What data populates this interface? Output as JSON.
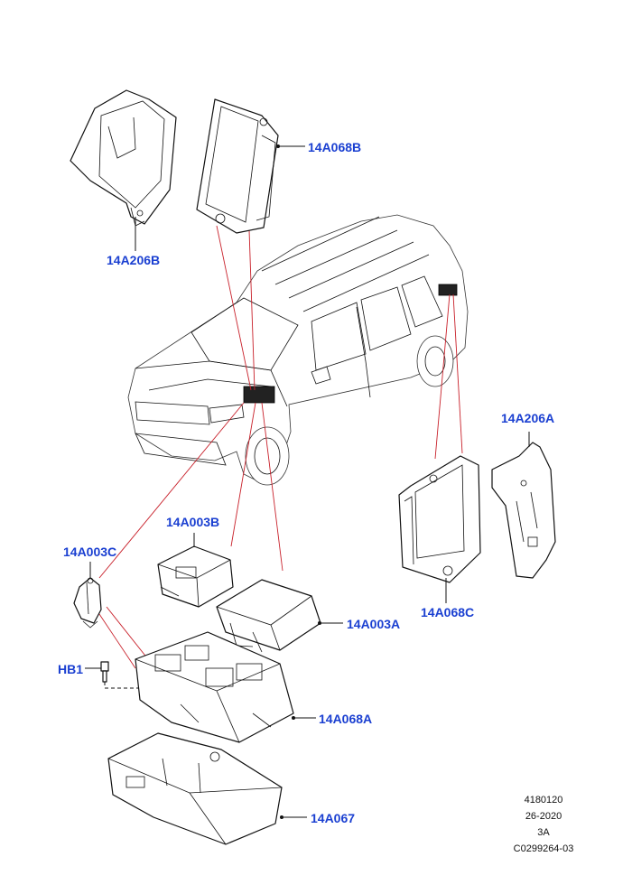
{
  "callouts": {
    "c_14A068B": "14A068B",
    "c_14A206B": "14A206B",
    "c_14A206A": "14A206A",
    "c_14A003B": "14A003B",
    "c_14A003C": "14A003C",
    "c_14A003A": "14A003A",
    "c_14A068C": "14A068C",
    "c_HB1": "HB1",
    "c_14A068A": "14A068A",
    "c_14A067": "14A067"
  },
  "reference": {
    "line1": "4180120",
    "line2": "26-2020",
    "line3": "3A",
    "line4": "C0299264-03"
  },
  "colors": {
    "callout": "#1a3fd1",
    "location_line": "#c8202a",
    "linework": "#111111"
  }
}
